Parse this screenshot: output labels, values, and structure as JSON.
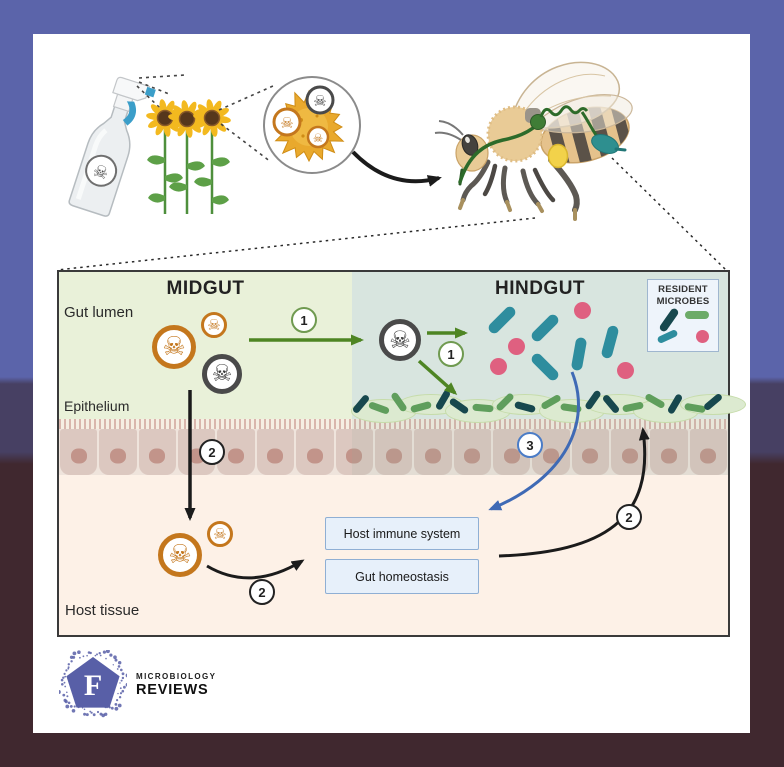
{
  "glyphs": {
    "skull": "☠"
  },
  "panel": {
    "midgut_title": "MIDGUT",
    "hindgut_title": "HINDGUT",
    "labels": {
      "gut_lumen": "Gut lumen",
      "epithelium": "Epithelium",
      "host_tissue": "Host tissue"
    },
    "steps": {
      "one": "1",
      "two": "2",
      "three": "3"
    },
    "boxes": {
      "immune": "Host immune system",
      "homeostasis": "Gut homeostasis"
    },
    "legend": {
      "line1": "RESIDENT",
      "line2": "MICROBES"
    },
    "colors": {
      "midgut_bg": "#e9f1d9",
      "hindgut_bg": "#d8e5df",
      "host_tissue_bg": "#fdf1e7",
      "cell": "#dcc8c0",
      "nucleus": "#c2948a",
      "brush_border": "#d9b6ac",
      "teal_rod": "#2e8d9e",
      "pink_microbe": "#df6080",
      "biofilm_green": "#5f9e5c",
      "biofilm_dark": "#17484e",
      "biofilm_matrix": "#dcead0",
      "arrow_green": "#4e8523",
      "arrow_blue": "#3f6ab5",
      "arrow_black": "#1b1b1b",
      "skull_orange": "#c4771d",
      "skull_gray": "#4a4a4a",
      "box_bg": "#e7f0fa",
      "box_border": "#8fafd4"
    }
  },
  "logo": {
    "letter": "F",
    "line1": "MICROBIOLOGY",
    "line2": "REVIEWS",
    "accent": "#585fa7"
  }
}
